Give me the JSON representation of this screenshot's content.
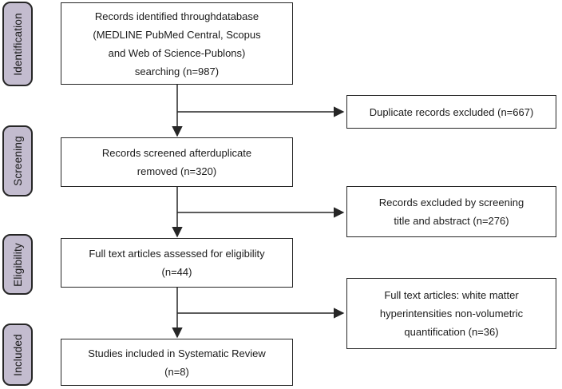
{
  "stages": [
    {
      "label": "Identification"
    },
    {
      "label": "Screening"
    },
    {
      "label": "Eligibility"
    },
    {
      "label": "Included"
    }
  ],
  "main_boxes": [
    {
      "text": "Records identified throughdatabase\n(MEDLINE PubMed Central, Scopus\nand Web of Science-Publons)\nsearching (n=987)"
    },
    {
      "text": "Records screened afterduplicate\nremoved (n=320)"
    },
    {
      "text": "Full text articles assessed for eligibility\n(n=44)"
    },
    {
      "text": "Studies included in Systematic Review\n(n=8)"
    }
  ],
  "side_boxes": [
    {
      "text": "Duplicate records excluded (n=667)"
    },
    {
      "text": "Records excluded by screening\ntitle and abstract (n=276)"
    },
    {
      "text": "Full text articles: white matter\nhyperintensities non-volumetric\nquantification (n=36)"
    }
  ],
  "colors": {
    "background": "#ffffff",
    "stage_fill": "#c3bccf",
    "stage_border": "#262626",
    "box_border": "#262626",
    "arrow": "#262626",
    "text": "#1a1a1a"
  }
}
